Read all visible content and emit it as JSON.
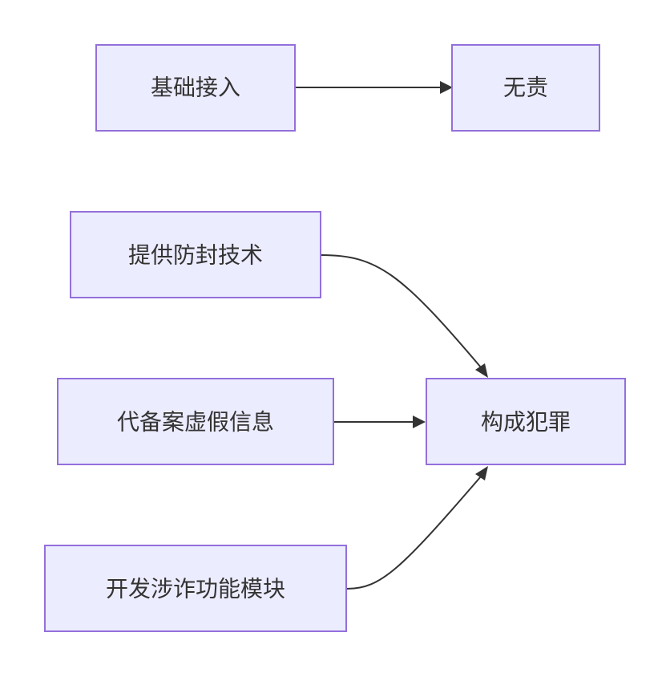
{
  "colors": {
    "node_fill": "#ececff",
    "node_border": "#9370db",
    "edge": "#333333",
    "text": "#333333"
  },
  "nodes": {
    "basic_access": "基础接入",
    "no_liability": "无责",
    "anti_block_tech": "提供防封技术",
    "fake_filing_info": "代备案虚假信息",
    "fraud_module": "开发涉诈功能模块",
    "constitutes_crime": "构成犯罪"
  },
  "edges": [
    {
      "from": "basic_access",
      "to": "no_liability"
    },
    {
      "from": "anti_block_tech",
      "to": "constitutes_crime"
    },
    {
      "from": "fake_filing_info",
      "to": "constitutes_crime"
    },
    {
      "from": "fraud_module",
      "to": "constitutes_crime"
    }
  ]
}
